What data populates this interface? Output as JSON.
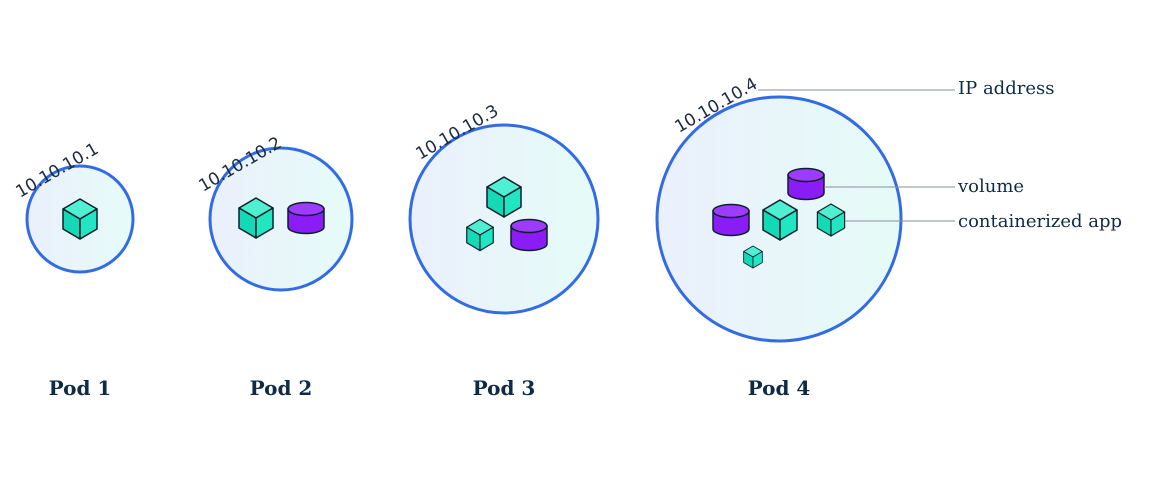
{
  "pods": [
    {
      "label": "Pod 1",
      "ip": "10.10.10.1"
    },
    {
      "label": "Pod 2",
      "ip": "10.10.10.2"
    },
    {
      "label": "Pod 3",
      "ip": "10.10.10.3"
    },
    {
      "label": "Pod 4",
      "ip": "10.10.10.4"
    }
  ],
  "legend": {
    "ip_address": "IP address",
    "volume": "volume",
    "containerized_app": "containerized app"
  },
  "colors": {
    "circle_stroke": "#326ce5",
    "app_cube": "#1ee3c0",
    "volume": "#8a1cf5",
    "label_text": "#0d2b45"
  },
  "icons": {
    "app": "cube-icon",
    "volume": "cylinder-icon"
  }
}
